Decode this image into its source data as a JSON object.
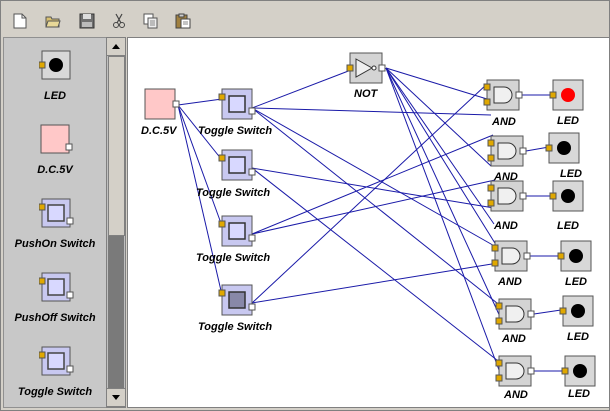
{
  "toolbar": {
    "icons": [
      "new-file-icon",
      "open-folder-icon",
      "save-disk-icon",
      "cut-scissors-icon",
      "copy-icon",
      "paste-icon"
    ]
  },
  "palette": {
    "items": [
      {
        "label": "LED",
        "icon": "led-icon"
      },
      {
        "label": "D.C.5V",
        "icon": "dc-source-icon"
      },
      {
        "label": "PushOn Switch",
        "icon": "push-on-switch-icon"
      },
      {
        "label": "PushOff Switch",
        "icon": "push-off-switch-icon"
      },
      {
        "label": "Toggle Switch",
        "icon": "toggle-switch-icon"
      }
    ]
  },
  "canvas": {
    "source": {
      "label": "D.C.5V"
    },
    "switches": [
      {
        "label": "Toggle Switch",
        "state": "off"
      },
      {
        "label": "Toggle Switch",
        "state": "off"
      },
      {
        "label": "Toggle Switch",
        "state": "off"
      },
      {
        "label": "Toggle Switch",
        "state": "on"
      }
    ],
    "not_gate": {
      "label": "NOT"
    },
    "and_gates": [
      {
        "label": "AND"
      },
      {
        "label": "AND"
      },
      {
        "label": "AND"
      },
      {
        "label": "AND"
      },
      {
        "label": "AND"
      },
      {
        "label": "AND"
      }
    ],
    "leds": [
      {
        "label": "LED",
        "state": "on",
        "color": "#ff0000"
      },
      {
        "label": "LED",
        "state": "off",
        "color": "#000000"
      },
      {
        "label": "LED",
        "state": "off",
        "color": "#000000"
      },
      {
        "label": "LED",
        "state": "off",
        "color": "#000000"
      },
      {
        "label": "LED",
        "state": "off",
        "color": "#000000"
      },
      {
        "label": "LED",
        "state": "off",
        "color": "#000000"
      }
    ]
  },
  "colors": {
    "wire": "#1a1aa8",
    "canvas_bg": "#ffffff",
    "port": "#e0a800",
    "led_on": "#ff0000",
    "led_off": "#000000",
    "source_fill": "#ffc8c8",
    "switch_fill": "#c8c8f0"
  }
}
